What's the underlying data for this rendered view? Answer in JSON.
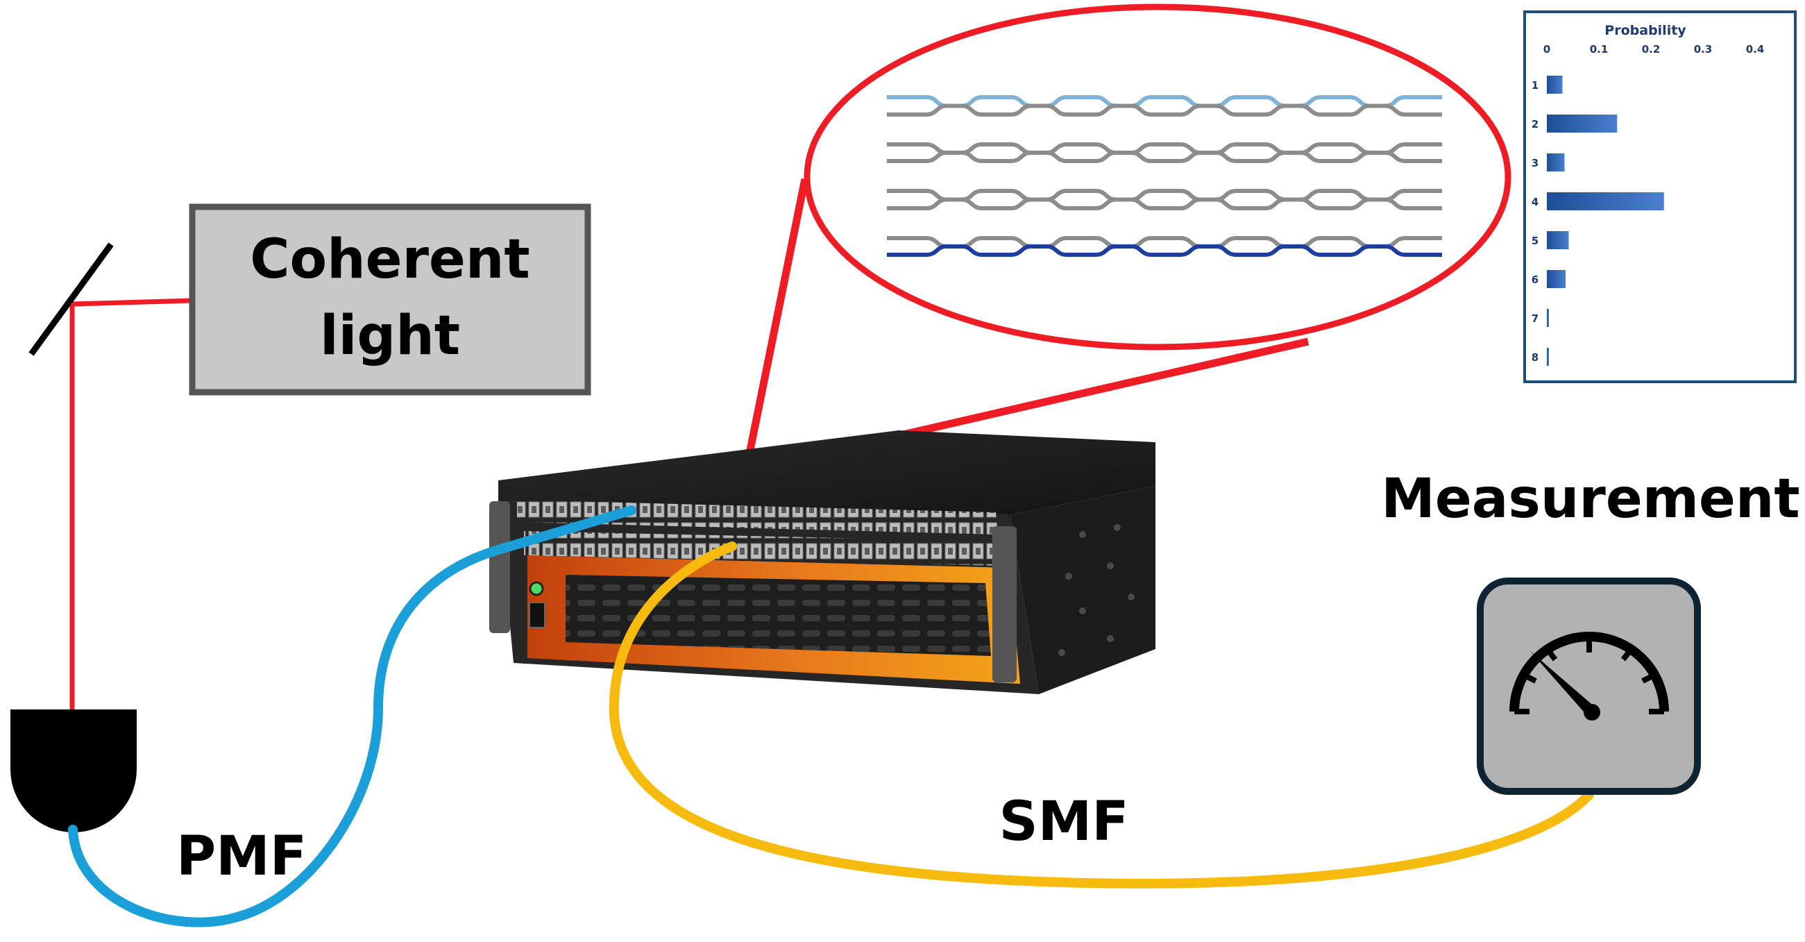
{
  "labels": {
    "coherent_light_line1": "Coherent",
    "coherent_light_line2": "light",
    "measurement": "Measurement",
    "pmf": "PMF",
    "smf": "SMF"
  },
  "colors": {
    "laser": "#ee1c24",
    "pmf_fiber": "#1a9fd8",
    "smf_fiber": "#f7bb10",
    "light_source_fill": "#c8c8c8",
    "light_source_border": "#555555",
    "meter_border": "#0f2433",
    "meter_fill": "#b2b2b2",
    "zoom_outline": "#ee1c24",
    "waveguide_top": "#7fb3d5",
    "waveguide_mid": "#8c8c8c",
    "waveguide_bottom": "#1f3d9e",
    "chart_bar": "#2e62b0",
    "chart_border": "#1f4e79"
  },
  "icons": {
    "mirror": "mirror-icon",
    "detector": "detector-icon",
    "meter": "gauge-icon",
    "device": "photonic-chassis"
  },
  "chart_data": {
    "type": "bar",
    "orientation": "horizontal",
    "title": "Probability",
    "categories": [
      "1",
      "2",
      "3",
      "4",
      "5",
      "6",
      "7",
      "8"
    ],
    "values": [
      0.03,
      0.135,
      0.034,
      0.225,
      0.042,
      0.036,
      0.002,
      0.002
    ],
    "xlim": [
      0,
      0.4
    ],
    "xticks": [
      "0",
      "0.1",
      "0.2",
      "0.3",
      "0.4"
    ],
    "grid": false,
    "legend": "none"
  }
}
